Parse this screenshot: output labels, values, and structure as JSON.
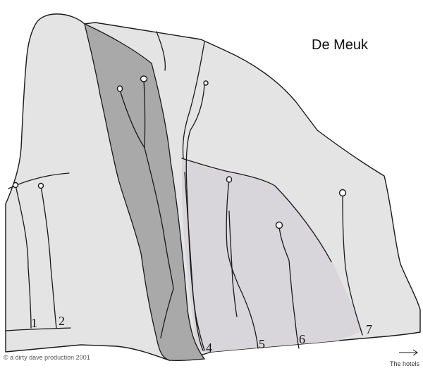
{
  "title": "De Meuk",
  "routes": [
    {
      "number": "1"
    },
    {
      "number": "2"
    },
    {
      "number": "4"
    },
    {
      "number": "5"
    },
    {
      "number": "6"
    },
    {
      "number": "7"
    }
  ],
  "direction": {
    "label": "The hotels",
    "icon": "arrow-right-icon"
  },
  "credit": "© a dirty dave production 2001",
  "colors": {
    "rock": "#e4e4e4",
    "gully": "#a9a9a9",
    "face": "#d9d6db",
    "ink": "#1a1a1a"
  }
}
